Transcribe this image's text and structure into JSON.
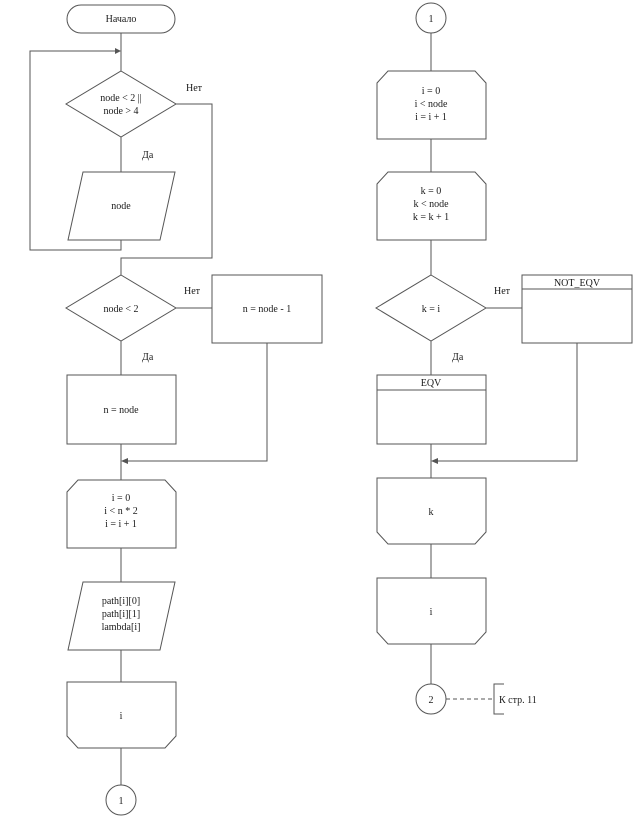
{
  "left": {
    "start": "Начало",
    "cond1": [
      "node < 2 ||",
      "node > 4"
    ],
    "cond1_no": "Нет",
    "cond1_yes": "Да",
    "input_node": "node",
    "cond2": "node < 2",
    "cond2_no": "Нет",
    "cond2_yes": "Да",
    "assign_false": "n = node - 1",
    "assign_true": "n = node",
    "loop_i": [
      "i = 0",
      "i < n * 2",
      "i = i + 1"
    ],
    "input_path": [
      "path[i][0]",
      "path[i][1]",
      "lambda[i]"
    ],
    "loop_i_end": "i",
    "connector_out": "1"
  },
  "right": {
    "connector_in": "1",
    "loop_i": [
      "i = 0",
      "i < node",
      "i = i + 1"
    ],
    "loop_k": [
      "k = 0",
      "k < node",
      "k = k + 1"
    ],
    "cond_ki": "k = i",
    "cond_no": "Нет",
    "cond_yes": "Да",
    "proc_not_eqv": "NOT_EQV",
    "proc_eqv": "EQV",
    "loop_k_end": "k",
    "loop_i_end": "i",
    "connector_out": "2",
    "page_ref": "К стр. 11"
  }
}
